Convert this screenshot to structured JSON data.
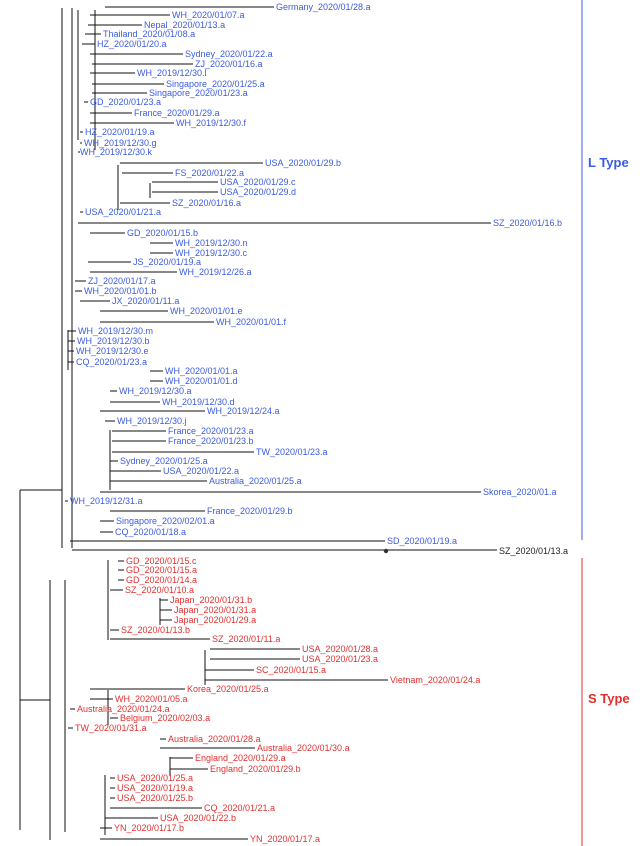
{
  "colors": {
    "l_type": "#3b5be0",
    "s_type": "#e03030",
    "outgroup": "#222222",
    "branch": "#111111"
  },
  "groups": {
    "l_type": "L Type",
    "s_type": "S Type"
  },
  "l_leaves": [
    "Germany_2020/01/28.a",
    "WH_2020/01/07.a",
    "Nepal_2020/01/13.a",
    "Thailand_2020/01/08.a",
    "HZ_2020/01/20.a",
    "Sydney_2020/01/22.a",
    "ZJ_2020/01/16.a",
    "WH_2019/12/30.l",
    "Singapore_2020/01/25.a",
    "Singapore_2020/01/23.a",
    "GD_2020/01/23.a",
    "France_2020/01/29.a",
    "WH_2019/12/30.f",
    "HZ_2020/01/19.a",
    "WH_2019/12/30.g",
    "WH_2019/12/30.k",
    "USA_2020/01/29.b",
    "FS_2020/01/22.a",
    "USA_2020/01/29.c",
    "USA_2020/01/29.d",
    "SZ_2020/01/16.a",
    "USA_2020/01/21.a",
    "SZ_2020/01/16.b",
    "GD_2020/01/15.b",
    "WH_2019/12/30.n",
    "WH_2019/12/30.c",
    "JS_2020/01/19.a",
    "WH_2019/12/26.a",
    "ZJ_2020/01/17.a",
    "WH_2020/01/01.b",
    "JX_2020/01/11.a",
    "WH_2020/01/01.e",
    "WH_2020/01/01.f",
    "WH_2019/12/30.m",
    "WH_2019/12/30.b",
    "WH_2019/12/30.e",
    "CQ_2020/01/23.a",
    "WH_2020/01/01.a",
    "WH_2020/01/01.d",
    "WH_2019/12/30.a",
    "WH_2019/12/30.d",
    "WH_2019/12/24.a",
    "WH_2019/12/30.j",
    "France_2020/01/23.a",
    "France_2020/01/23.b",
    "TW_2020/01/23.a",
    "Sydney_2020/01/25.a",
    "USA_2020/01/22.a",
    "Australia_2020/01/25.a",
    "Skorea_2020/01.a",
    "WH_2019/12/31.a",
    "France_2020/01/29.b",
    "Singapore_2020/02/01.a",
    "CQ_2020/01/18.a",
    "SD_2020/01/19.a"
  ],
  "outgroup_leaf": "SZ_2020/01/13.a",
  "s_leaves": [
    "GD_2020/01/15.c",
    "GD_2020/01/15.a",
    "GD_2020/01/14.a",
    "SZ_2020/01/10.a",
    "Japan_2020/01/31.b",
    "Japan_2020/01/31.a",
    "Japan_2020/01/29.a",
    "SZ_2020/01/13.b",
    "SZ_2020/01/11.a",
    "USA_2020/01/28.a",
    "USA_2020/01/23.a",
    "SC_2020/01/15.a",
    "Vietnam_2020/01/24.a",
    "Korea_2020/01/25.a",
    "WH_2020/01/05.a",
    "Australia_2020/01/24.a",
    "Belgium_2020/02/03.a",
    "TW_2020/01/31.a",
    "Australia_2020/01/28.a",
    "Australia_2020/01/30.a",
    "England_2020/01/29.a",
    "England_2020/01/29.b",
    "USA_2020/01/25.a",
    "USA_2020/01/19.a",
    "USA_2020/01/25.b",
    "CQ_2020/01/21.a",
    "USA_2020/01/22.b",
    "YN_2020/01/17.b",
    "YN_2020/01/17.a"
  ]
}
